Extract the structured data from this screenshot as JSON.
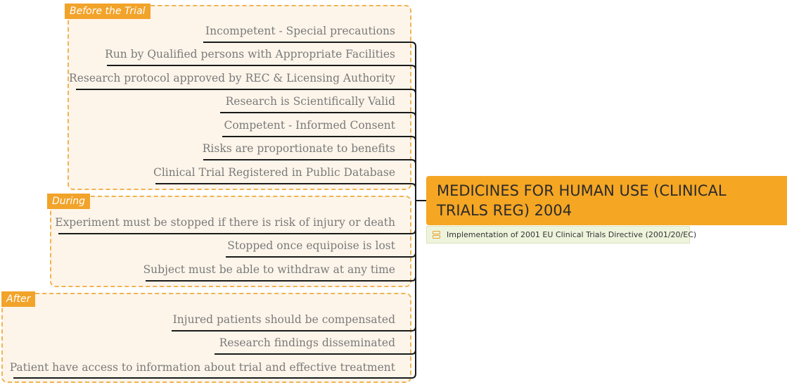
{
  "central_topic": "MEDICINES FOR HUMAN USE (CLINICAL TRIALS REG) 2004",
  "note": {
    "icon": "list-icon",
    "text": "Implementation of 2001 EU Clinical Trials Directive (2001/20/EC)"
  },
  "groups": [
    {
      "label": "Before the Trial",
      "items": [
        "Incompetent - Special precautions",
        "Run by Qualified persons with Appropriate Facilities",
        "Research protocol approved by REC & Licensing Authority",
        "Research is Scientifically Valid",
        "Competent - Informed Consent",
        "Risks are proportionate to benefits",
        "Clinical Trial Registered in Public Database"
      ]
    },
    {
      "label": "During",
      "items": [
        "Experiment must be stopped if there is risk of injury or death",
        "Stopped once equipoise is lost",
        "Subject must be able to withdraw at any time"
      ]
    },
    {
      "label": "After",
      "items": [
        "Injured patients should be compensated",
        "Research findings disseminated",
        "Patient have access to information about trial and effective treatment"
      ]
    }
  ],
  "colors": {
    "central": "#f5a623",
    "tag": "#f2a32a",
    "group_border": "#f0b453",
    "group_fill": "#fdf5ea",
    "leaf_text": "#7a7a7a",
    "line": "#1a1a1a",
    "note_fill": "#eef4dc"
  }
}
